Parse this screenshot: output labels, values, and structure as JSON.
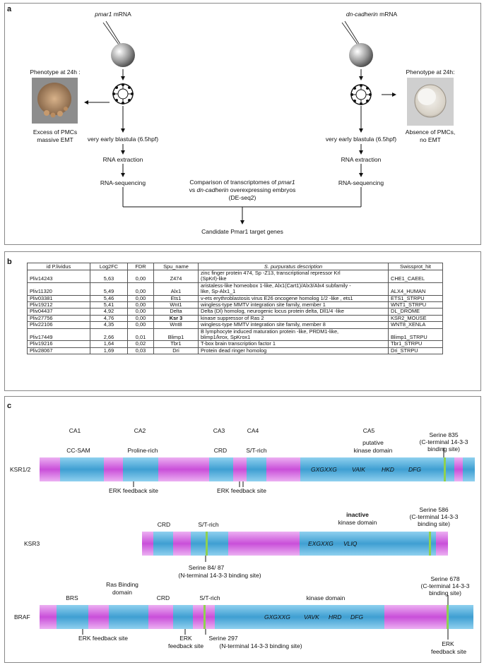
{
  "panel_a": {
    "label": "a",
    "left": {
      "mrna_gene": "pmar1",
      "mrna_suffix": " mRNA",
      "phenotype_title": "Phenotype at 24h :",
      "phenotype_line1": "Excess of PMCs",
      "phenotype_line2": "massive EMT",
      "stage": "very early blastula (6.5hpf)",
      "step1": "RNA extraction",
      "step2": "RNA-sequencing"
    },
    "right": {
      "mrna_gene": "dn-cadherin",
      "mrna_suffix": " mRNA",
      "phenotype_title": "Phenotype at 24h:",
      "phenotype_line1": "Absence of PMCs,",
      "phenotype_line2": "no EMT",
      "stage": "very early blastula (6.5hpf)",
      "step1": "RNA extraction",
      "step2": "RNA-sequencing"
    },
    "comparison_line1_a": "Comparison of transcriptomes of ",
    "comparison_line1_b": "pmar1",
    "comparison_line2_a": "vs ",
    "comparison_line2_b": "dn-cadherin",
    "comparison_line2_c": " overexpressing embryos",
    "comparison_line3": "(DE-seq2)",
    "result": "Candidate Pmar1 target genes"
  },
  "panel_b": {
    "label": "b",
    "headers": [
      "id P.lividus",
      "Log2FC",
      "FDR",
      "Spu_name",
      "S. purpuratus description",
      "Swissprot_hit"
    ],
    "rows": [
      {
        "id": "Pliv14243",
        "fc": "5,63",
        "fdr": "0,00",
        "spu": "Z474",
        "desc": [
          "zinc finger protein 474, Sp -Z13, transcriptional repressor Krl",
          "(SpKrl)-like"
        ],
        "hit": "CHE1_CAEEL"
      },
      {
        "id": "Pliv11320",
        "fc": "5,49",
        "fdr": "0,00",
        "spu": "Alx1",
        "desc": [
          "aristaless-like homeobox 1-like, Alx1(Cart1)/Alx3/Alx4 subfamily -",
          "like, Sp-Alx1_1"
        ],
        "hit": "ALX4_HUMAN"
      },
      {
        "id": "Pliv03381",
        "fc": "5,46",
        "fdr": "0,00",
        "spu": "Ets1",
        "desc": [
          "v-ets erythroblastosis virus E26 oncogene homolog 1/2 -like , ets1"
        ],
        "hit": "ETS1_STRPU"
      },
      {
        "id": "Pliv19212",
        "fc": "5,41",
        "fdr": "0,00",
        "spu": "Wnt1",
        "desc": [
          "wingless-type MMTV integration site family, member 1"
        ],
        "hit": "WNT1_STRPU"
      },
      {
        "id": "Pliv04437",
        "fc": "4,92",
        "fdr": "0,00",
        "spu": "Delta",
        "desc": [
          "Delta (Dl) homolog, neurogenic locus protein delta, Dll1/4 -like"
        ],
        "hit": "DL_DROME"
      },
      {
        "id": "Pliv27756",
        "fc": "4,76",
        "fdr": "0,00",
        "spu": "Ksr 3",
        "desc": [
          "kinase suppressor of Ras 2"
        ],
        "hit": "KSR2_MOUSE",
        "bold": true
      },
      {
        "id": "Pliv22106",
        "fc": "4,35",
        "fdr": "0,00",
        "spu": "Wnt8",
        "desc": [
          "wingless-type MMTV integration site family, member 8"
        ],
        "hit": "WNT8_XENLA"
      },
      {
        "id": "Pliv17449",
        "fc": "2,66",
        "fdr": "0,01",
        "spu": "Blimp1",
        "desc": [
          "B lymphocyte induced maturation protein -like, PRDM1-like,",
          "blimp1/krox, SpKrox1"
        ],
        "hit": "Blimp1_STRPU"
      },
      {
        "id": "Pliv19216",
        "fc": "1,64",
        "fdr": "0,02",
        "spu": "Tbr1",
        "desc": [
          "T-box brain transcription factor 1"
        ],
        "hit": "Tbr1_STRPU"
      },
      {
        "id": "Pliv28067",
        "fc": "1,69",
        "fdr": "0,03",
        "spu": "Dri",
        "desc": [
          "Protein dead ringer homolog"
        ],
        "hit": "Dri_STRPU"
      }
    ]
  },
  "panel_c": {
    "label": "c",
    "ksr12": {
      "name": "KSR1/2",
      "ca": [
        "CA1",
        "CA2",
        "CA3",
        "CA4",
        "CA5"
      ],
      "domains": [
        "CC-SAM",
        "Proline-rich",
        "CRD",
        "S/T-rich"
      ],
      "kinase_line1": "putative",
      "kinase_line2": "kinase domain",
      "motifs": [
        "GXGXXG",
        "VAIK",
        "HKD",
        "DFG"
      ],
      "serine_line1": "Serine 835",
      "serine_line2": "(C-terminal 14-3-3",
      "serine_line3": "binding site)",
      "erk1": "ERK feedback site",
      "erk2": "ERK feedback site"
    },
    "ksr3": {
      "name": "KSR3",
      "domains": [
        "CRD",
        "S/T-rich"
      ],
      "kinase_bold": "inactive",
      "kinase_line2": "kinase domain",
      "motifs": [
        "EXGXXG",
        "VLIQ"
      ],
      "serine_c_line1": "Serine 586",
      "serine_c_line2": "(C-terminal 14-3-3",
      "serine_c_line3": "binding site)",
      "serine_n_line1": "Serine 84/ 87",
      "serine_n_line2": "(N-terminal 14-3-3 binding site)"
    },
    "braf": {
      "name": "BRAF",
      "domains": [
        "BRS",
        "CRD",
        "S/T-rich"
      ],
      "rbd_line1": "Ras Binding",
      "rbd_line2": "domain",
      "kinase": "kinase domain",
      "motifs": [
        "GXGXXG",
        "VAVK",
        "HRD",
        "DFG"
      ],
      "serine_c_line1": "Serine 678",
      "serine_c_line2": "(C-terminal 14-3-3",
      "serine_c_line3": "binding site)",
      "serine_n_line1": "Serine 297",
      "serine_n_line2": "(N-terminal 14-3-3 binding site)",
      "erk1": "ERK feedback site",
      "erk2_line1": "ERK",
      "erk2_line2": "feedback site",
      "erk3_line1": "ERK",
      "erk3_line2": "feedback site"
    }
  },
  "colors": {
    "domain_blue": "#4aa7d6",
    "linker_pink": "#cc55dd",
    "serine_green": "#8fd14f"
  }
}
